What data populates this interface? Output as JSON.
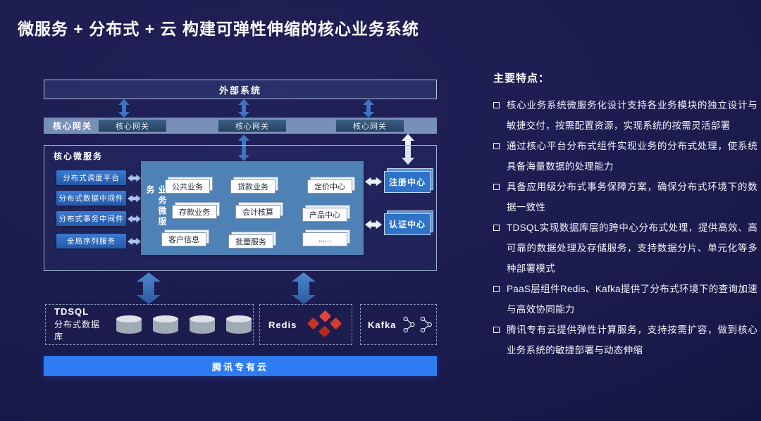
{
  "title": "微服务 + 分布式 + 云 构建可弹性伸缩的核心业务系统",
  "diagram": {
    "external_system": "外部系统",
    "gateway": {
      "label": "核心网关",
      "nodes": [
        "核心网关",
        "核心网关",
        "核心网关"
      ]
    },
    "core": {
      "label": "核心微服务",
      "middleware": [
        "分布式调度平台",
        "分布式数据中间件",
        "分布式事务中间件",
        "全局序列服务"
      ],
      "business_label": "业务微服务",
      "services": [
        "公共业务",
        "贷款业务",
        "定价中心",
        "存款业务",
        "会计核算",
        "产品中心",
        "客户信息",
        "批量服务",
        "......"
      ],
      "registry": "注册中心",
      "auth": "认证中心"
    },
    "data_layer": {
      "tdsql_name": "TDSQL",
      "tdsql_desc": "分布式数据库",
      "redis_label": "Redis",
      "kafka_label": "Kafka"
    },
    "cloud_bar": "腾讯专有云"
  },
  "features": {
    "heading": "主要特点：",
    "items": [
      "核心业务系统微服务化设计支持各业务模块的独立设计与敏捷交付，按需配置资源，实现系统的按需灵活部署",
      "通过核心平台分布式组件实现业务的分布式处理，使系统具备海量数据的处理能力",
      "具备应用级分布式事务保障方案，确保分布式环境下的数据一致性",
      "TDSQL实现数据库层的跨中心分布式处理，提供高效、高可靠的数据处理及存储服务，支持数据分片、单元化等多种部署模式",
      "PaaS层组件Redis、Kafka提供了分布式环境下的查询加速与高效协同能力",
      "腾讯专有云提供弹性计算服务，支持按需扩容，做到核心业务系统的敏捷部署与动态伸缩"
    ]
  },
  "colors": {
    "background": "#1a1a4b",
    "accent_blue": "#2e7cf2",
    "panel_blue": "#4e81b5",
    "node_blue": "#2f72c8",
    "arrow_blue": "#3f74c2",
    "redis_red": "#d93a2e"
  }
}
